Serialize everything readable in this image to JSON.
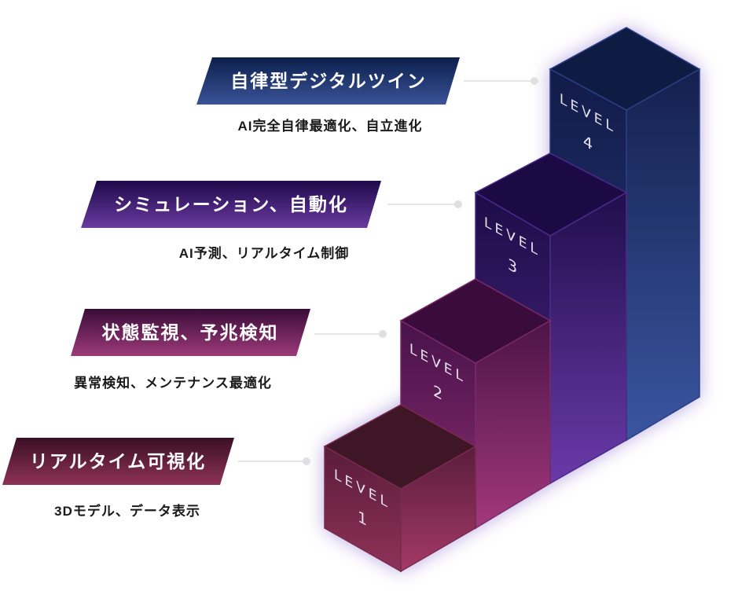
{
  "levels": [
    {
      "level_label": "LEVEL",
      "number": "1",
      "title": "リアルタイム可視化",
      "description": "3Dモデル、データ表示"
    },
    {
      "level_label": "LEVEL",
      "number": "2",
      "title": "状態監視、予兆検知",
      "description": "異常検知、メンテナンス最適化"
    },
    {
      "level_label": "LEVEL",
      "number": "3",
      "title": "シミュレーション、自動化",
      "description": "AI予測、リアルタイム制御"
    },
    {
      "level_label": "LEVEL",
      "number": "4",
      "title": "自律型デジタルツイン",
      "description": "AI完全自律最適化、自立進化"
    }
  ],
  "colors": {
    "level1": "#8a3050",
    "level2": "#9c3a7a",
    "level3": "#6a3aa0",
    "level4": "#3a5398",
    "connector": "#e6e6e6"
  }
}
